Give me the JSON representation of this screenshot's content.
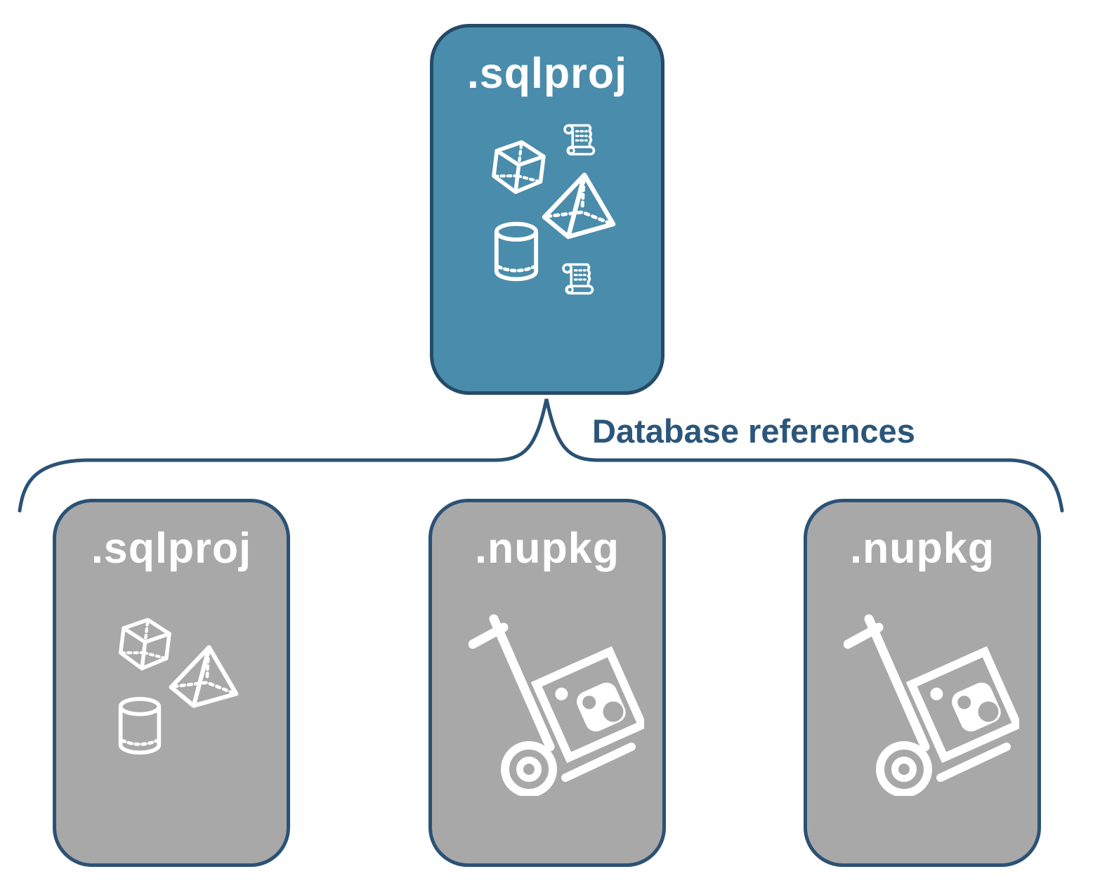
{
  "diagram": {
    "root": {
      "label": ".sqlproj",
      "icons": [
        "cube-icon",
        "script-scroll-icon",
        "pyramid-icon",
        "database-cylinder-icon",
        "script-scroll-icon"
      ]
    },
    "connector": {
      "label": "Database references"
    },
    "children": [
      {
        "label": ".sqlproj",
        "icons": [
          "cube-icon",
          "pyramid-icon",
          "database-cylinder-icon"
        ]
      },
      {
        "label": ".nupkg",
        "icons": [
          "nuget-package-handtruck-icon"
        ]
      },
      {
        "label": ".nupkg",
        "icons": [
          "nuget-package-handtruck-icon"
        ]
      }
    ],
    "colors": {
      "root_fill": "#4a8cab",
      "root_border": "#254b68",
      "child_fill": "#a8a8a8",
      "child_border": "#2b5274",
      "connector_line": "#2b5274",
      "connector_text": "#2b567a",
      "icon_and_title": "#ffffff",
      "background": "#ffffff"
    }
  }
}
